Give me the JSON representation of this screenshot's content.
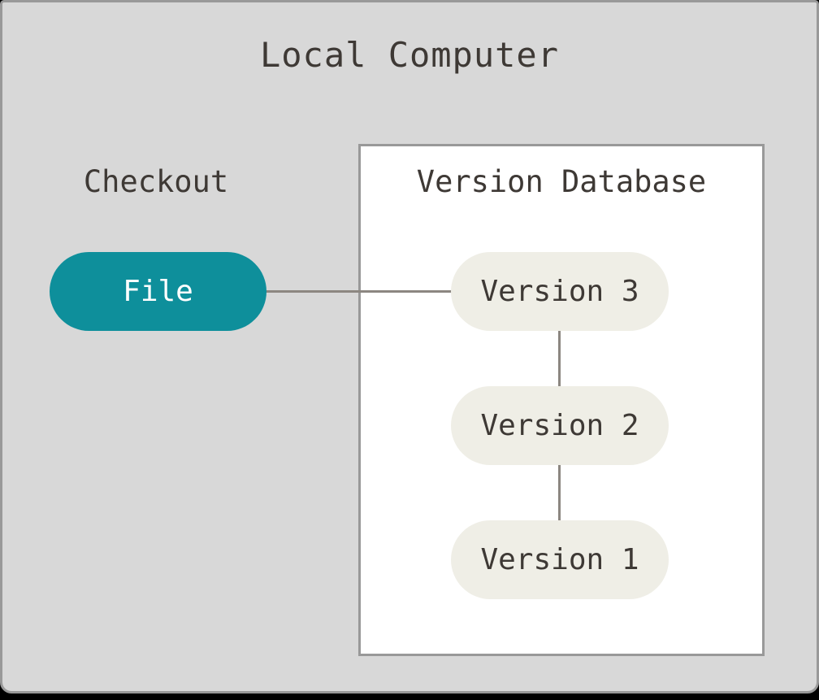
{
  "title": "Local Computer",
  "checkout": {
    "label": "Checkout",
    "file_node": {
      "label": "File",
      "fill": "#0e8f9b",
      "text_color": "#ffffff"
    }
  },
  "version_database": {
    "label": "Version Database",
    "background": "#ffffff",
    "border_color": "#999999",
    "node_fill": "#efeee6",
    "versions": [
      {
        "label": "Version 3"
      },
      {
        "label": "Version 2"
      },
      {
        "label": "Version 1"
      }
    ]
  },
  "connectors": {
    "color": "#8c8781",
    "links": [
      {
        "from": "File",
        "to": "Version 3"
      },
      {
        "from": "Version 3",
        "to": "Version 2"
      },
      {
        "from": "Version 2",
        "to": "Version 1"
      }
    ]
  },
  "colors": {
    "window_background": "#d8d8d8",
    "window_border": "#999999",
    "text": "#3e3935"
  }
}
